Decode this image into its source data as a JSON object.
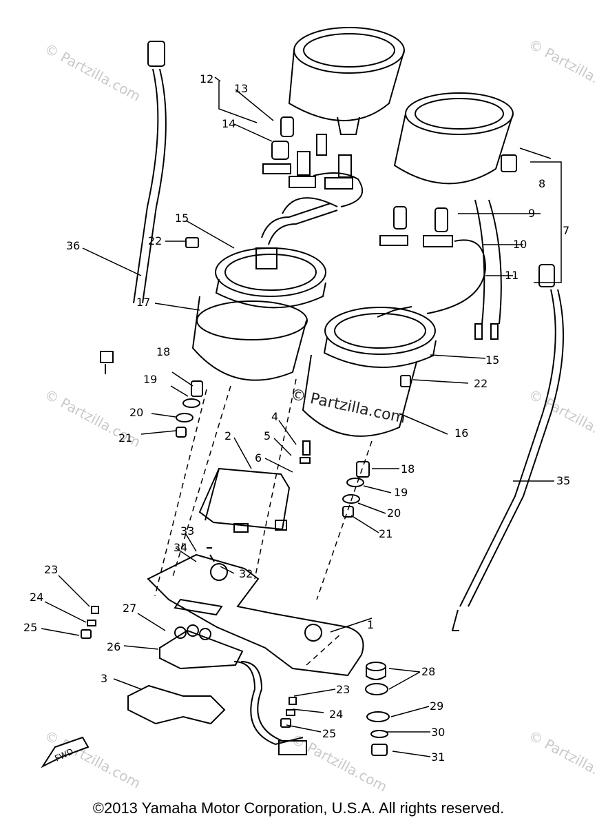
{
  "copyright": "©2013 Yamaha Motor Corporation, U.S.A. All rights reserved.",
  "watermark": "© Partzilla.com",
  "fwd_label": "FWD",
  "callouts": [
    "1",
    "2",
    "3",
    "4",
    "5",
    "6",
    "7",
    "8",
    "9",
    "10",
    "11",
    "12",
    "13",
    "14",
    "15",
    "15",
    "16",
    "17",
    "18",
    "18",
    "19",
    "19",
    "20",
    "20",
    "21",
    "21",
    "22",
    "22",
    "23",
    "23",
    "24",
    "24",
    "25",
    "25",
    "26",
    "27",
    "28",
    "29",
    "30",
    "31",
    "32",
    "33",
    "34",
    "35",
    "36"
  ]
}
